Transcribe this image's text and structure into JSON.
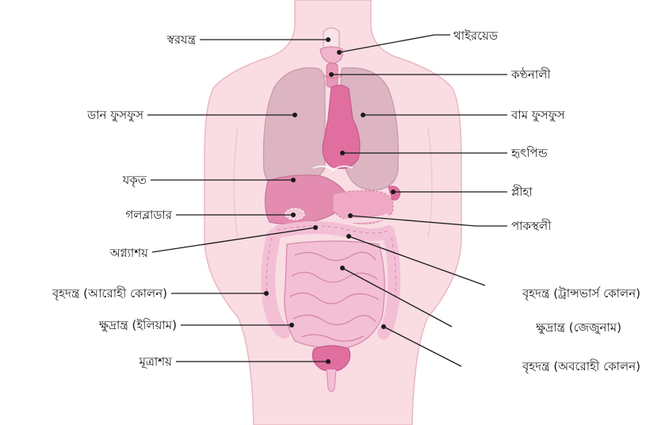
{
  "diagram": {
    "labels": {
      "larynx": "স্বরযন্ত্র",
      "thyroid": "থাইরয়েড",
      "trachea": "কণ্ঠনালী",
      "right_lung": "ডান ফুসফুস",
      "left_lung": "বাম ফুসফুস",
      "heart": "হৃৎপিন্ড",
      "liver": "যকৃত",
      "spleen": "প্লীহা",
      "gallbladder": "গলব্লাডার",
      "stomach": "পাকস্থলী",
      "pancreas": "অগ্ন্যাশয়",
      "ascending_colon": "বৃহদন্ত্র (আরোহী কোলন)",
      "transverse_colon": "বৃহদন্ত্র (ট্রান্সভার্স কোলন)",
      "ileum": "ক্ষুদ্রান্ত্র (ইলিয়াম)",
      "jejunum": "ক্ষুদ্রান্ত্র (জেজুনাম)",
      "bladder": "মূত্রাশয়",
      "descending_colon": "বৃহদন্ত্র (অবরোহী কোলন)"
    },
    "colors": {
      "body": "#f9dde3",
      "body_outline": "#eab7c2",
      "lung": "#dcb4c2",
      "organ": "#ea98b8",
      "heart": "#e06fa0",
      "intestine": "#f3bfd4",
      "intestine_line": "#d488a8",
      "line": "#1a1a1a"
    }
  }
}
